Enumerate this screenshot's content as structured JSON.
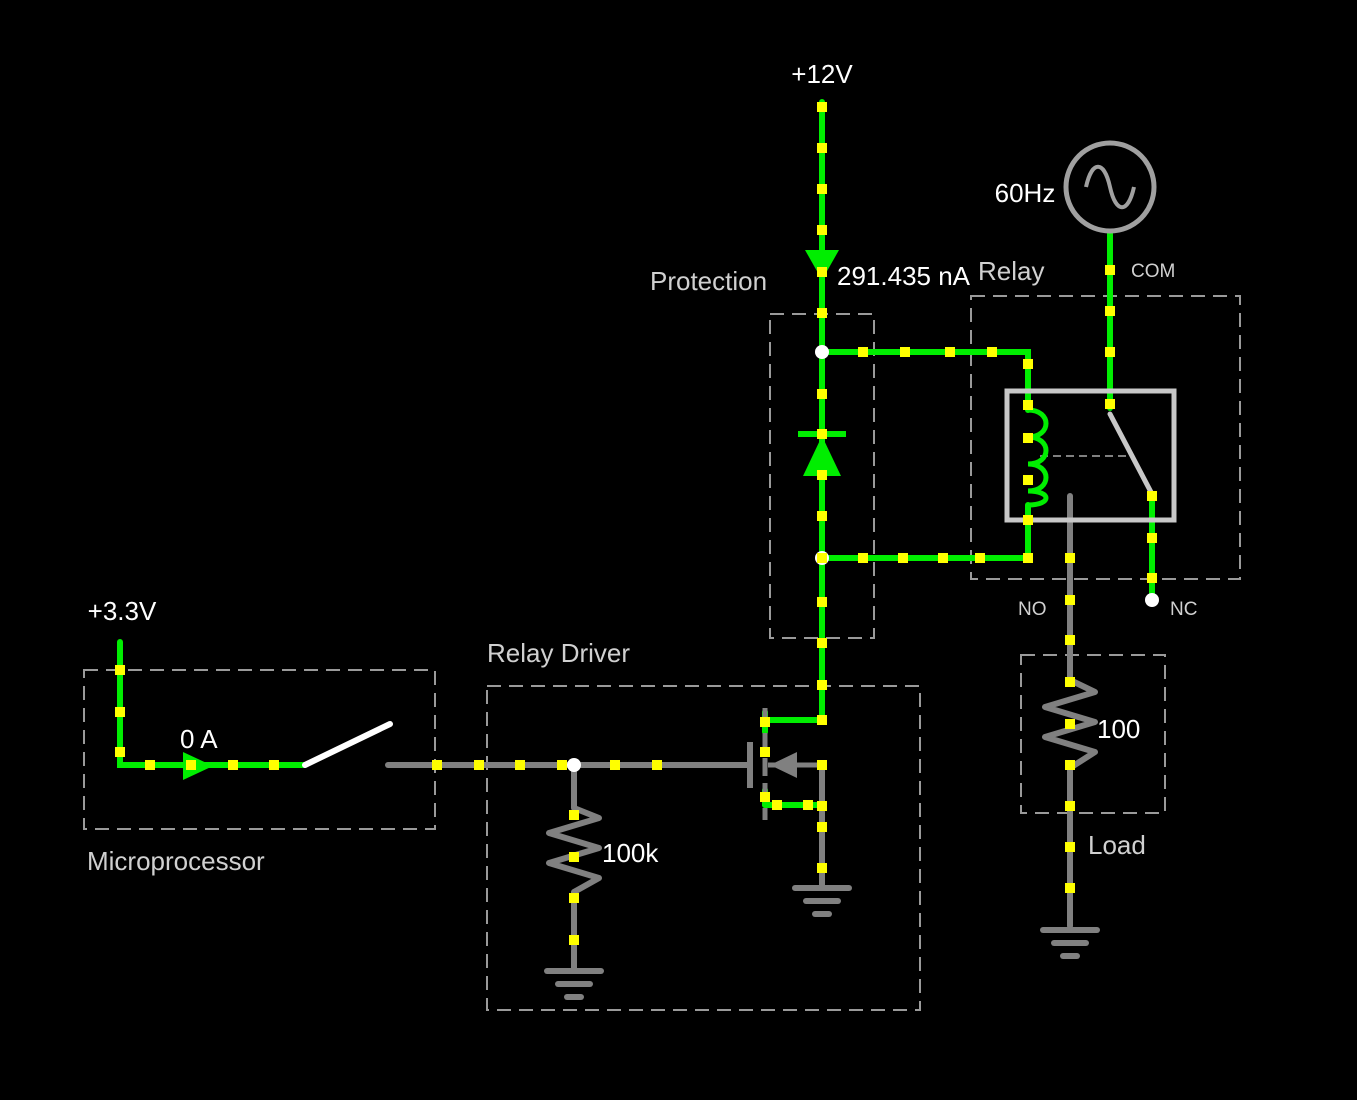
{
  "colors": {
    "background": "#000000",
    "wire_active": "#00ee00",
    "wire_inactive": "#808080",
    "current_dot": "#ffff00",
    "group_box": "#9a9a9a",
    "component": "#c8c8c8",
    "label_text": "#ffffff",
    "group_label_text": "#d0d0d0"
  },
  "sources": {
    "vcc_12v": "+12V",
    "vcc_3v3": "+3.3V",
    "ac_source": "60Hz"
  },
  "readouts": {
    "supply_current": "291.435 nA",
    "switch_current": "0 A"
  },
  "groups": {
    "protection": "Protection",
    "relay": "Relay",
    "relay_driver": "Relay Driver",
    "microprocessor": "Microprocessor",
    "load": "Load"
  },
  "components": {
    "gate_resistor": "100k",
    "load_resistor": "100"
  },
  "relay_terminals": {
    "com": "COM",
    "no": "NO",
    "nc": "NC"
  },
  "icons": {
    "ac_source": "sine-wave-source-icon",
    "diode": "diode-icon",
    "coil": "relay-coil-icon",
    "mosfet": "n-mosfet-icon",
    "switch": "spst-switch-icon",
    "ground": "ground-icon"
  }
}
